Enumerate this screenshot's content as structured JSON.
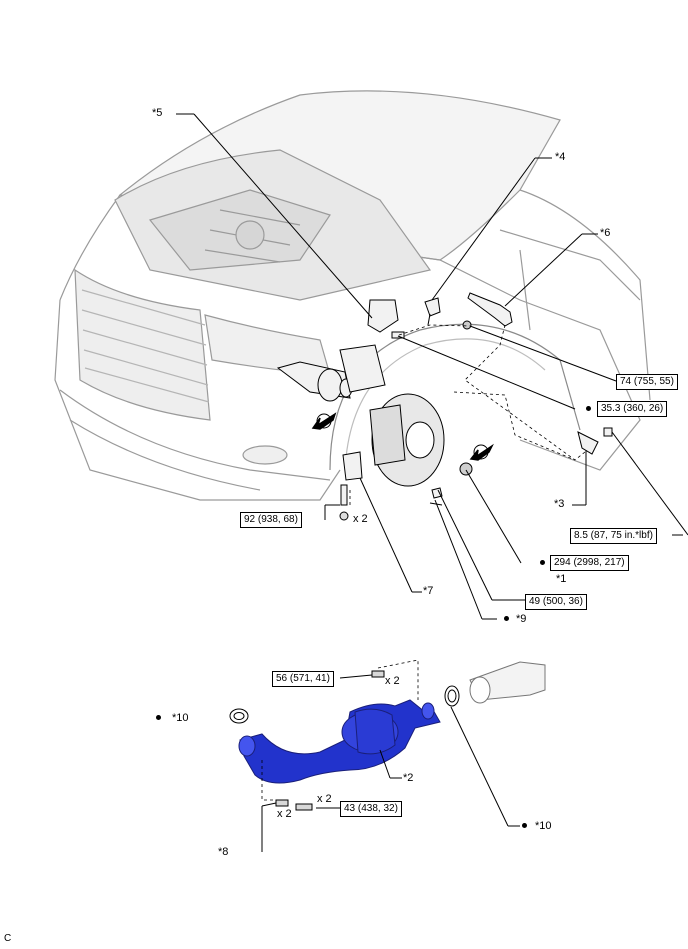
{
  "callouts": {
    "c1": "*1",
    "c2": "*2",
    "c3": "*3",
    "c4": "*4",
    "c5": "*5",
    "c6": "*6",
    "c7": "*7",
    "c8": "*8",
    "c9": "*9",
    "c10a": "*10",
    "c10b": "*10"
  },
  "torques": {
    "t74": "74 (755, 55)",
    "t353": "35.3 (360, 26)",
    "t85": "8.5 (87, 75 in.*lbf)",
    "t294": "294 (2998, 217)",
    "t92": "92 (938, 68)",
    "t49": "49 (500, 36)",
    "t56": "56 (571, 41)",
    "t43": "43 (438, 32)"
  },
  "qty": {
    "q92": "x 2",
    "q56": "x 2",
    "q43": "x 2",
    "q8": "x 2"
  },
  "footer": {
    "code": "C"
  },
  "colors": {
    "exhaust_pipe": "#2233cc",
    "line": "#000000",
    "vehicle": "#9a9a9a"
  }
}
